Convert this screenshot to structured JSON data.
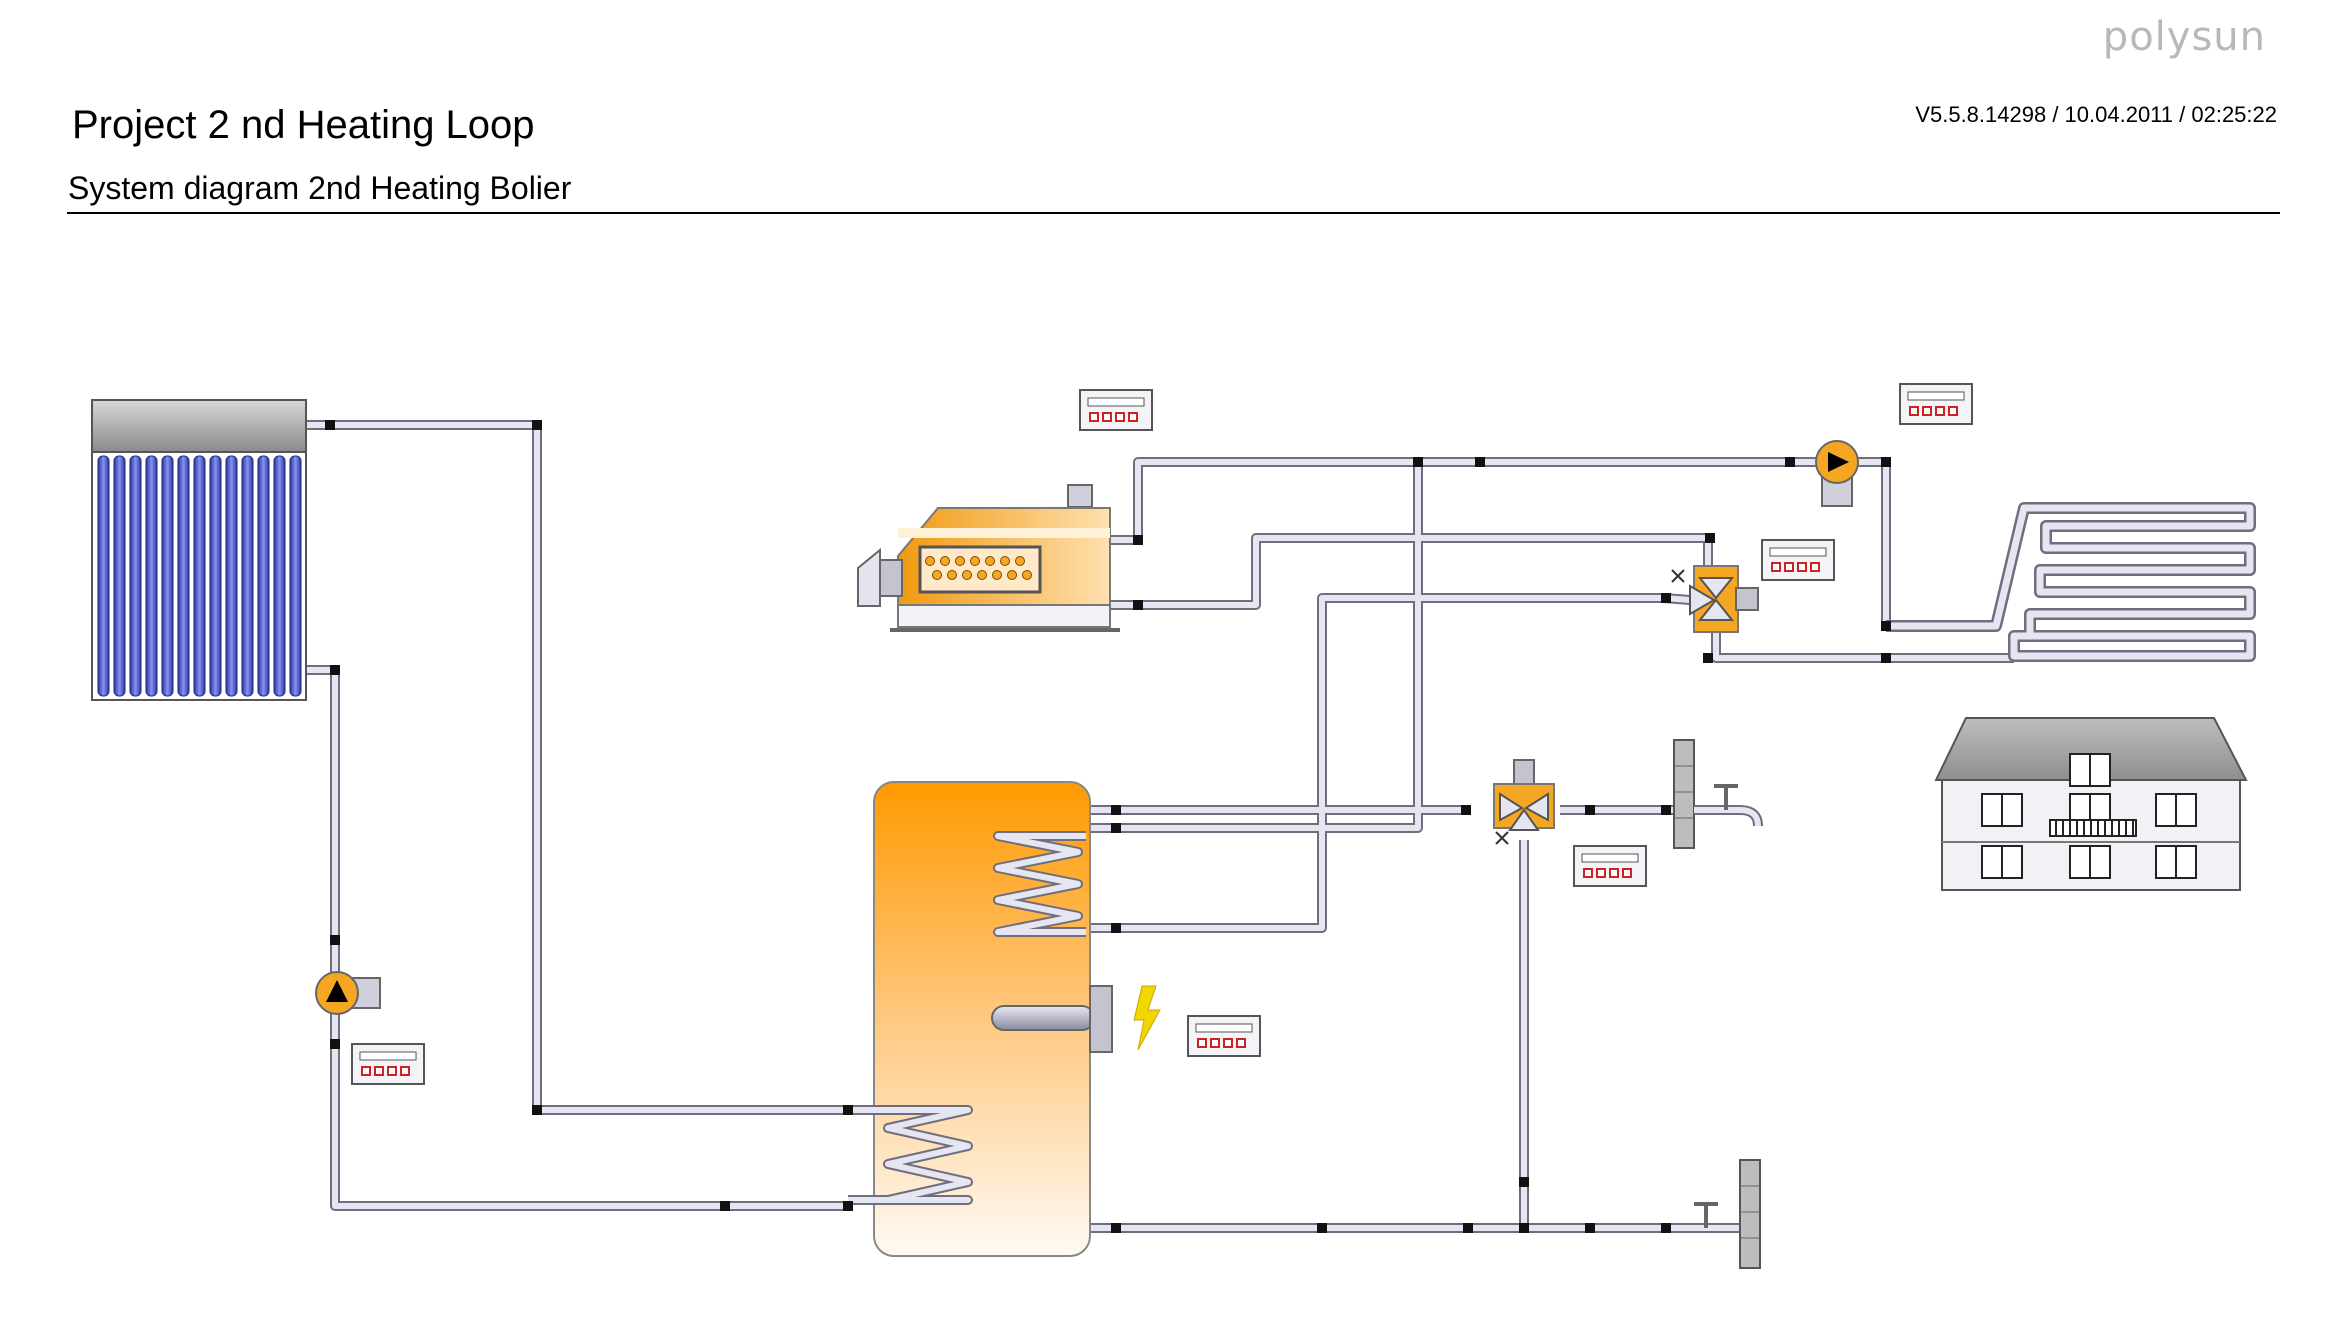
{
  "header": {
    "logo": "polysun",
    "project_title": "Project 2 nd Heating Loop",
    "version": "V5.5.8.14298 / 10.04.2011 / 02:25:22",
    "subtitle": "System diagram 2nd Heating Bolier"
  },
  "colors": {
    "pipe_fill": "#e6e6f2",
    "pipe_edge": "#6e6e7e",
    "tank_top": "#ff9900",
    "tank_bottom": "#fff8f0",
    "boiler_orange": "#f5a623",
    "collector_tube": "#3a44b8",
    "lightning": "#f2d600",
    "controller_led": "#cc2222"
  },
  "components": [
    {
      "name": "solar-collector-icon"
    },
    {
      "name": "boiler-icon"
    },
    {
      "name": "storage-tank-icon"
    },
    {
      "name": "electric-heater-icon"
    },
    {
      "name": "solar-pump-icon"
    },
    {
      "name": "heating-pump-icon"
    },
    {
      "name": "heating-mixing-valve-icon"
    },
    {
      "name": "dhw-mixing-valve-icon"
    },
    {
      "name": "floor-heating-coil-icon"
    },
    {
      "name": "building-icon"
    },
    {
      "name": "hot-water-tap-icon"
    },
    {
      "name": "cold-water-inlet-icon"
    }
  ]
}
